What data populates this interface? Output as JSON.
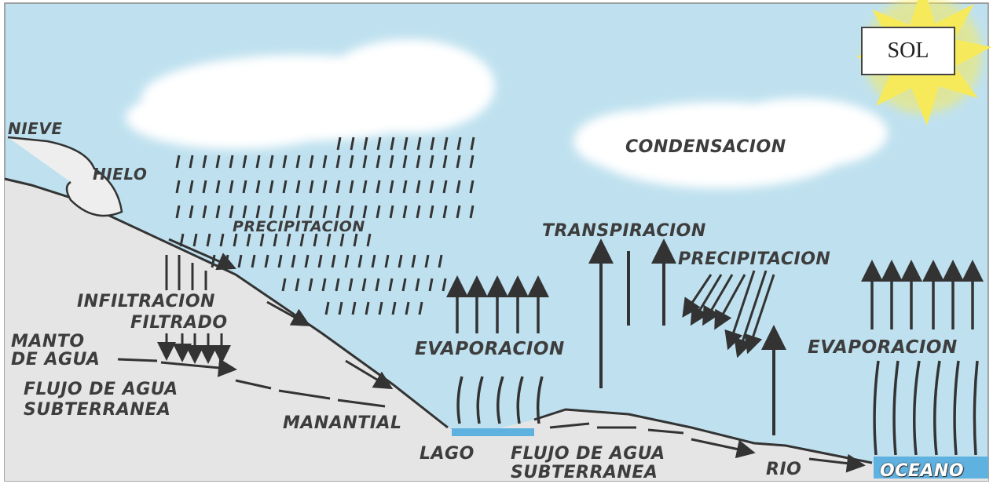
{
  "diagram": {
    "sun": {
      "label": "SOL",
      "color": "#f7ea5a"
    },
    "colors": {
      "sky": "#bfe1ef",
      "ground": "#e5e5e5",
      "water": "#5fb1e0",
      "arrows": "#333333",
      "cloud": "#ffffff"
    },
    "labels": {
      "nieve": "NIEVE",
      "hielo": "HIELO",
      "precipitacion_left": "PRECIPITACION",
      "condensacion": "CONDENSACION",
      "transpiracion": "TRANSPIRACION",
      "precipitacion_right": "PRECIPITACION",
      "infiltracion": "INFILTRACION",
      "filtrado": "FILTRADO",
      "manto_line1": "MANTO",
      "manto_line2": "DE AGUA",
      "flujo_left_line1": "FLUJO DE AGUA",
      "flujo_left_line2": "SUBTERRANEA",
      "evaporacion_lake": "EVAPORACION",
      "evaporacion_ocean": "EVAPORACION",
      "manantial": "MANANTIAL",
      "lago": "LAGO",
      "flujo_right_line1": "FLUJO DE AGUA",
      "flujo_right_line2": "SUBTERRANEA",
      "rio": "RIO",
      "oceano": "OCEANO"
    }
  }
}
